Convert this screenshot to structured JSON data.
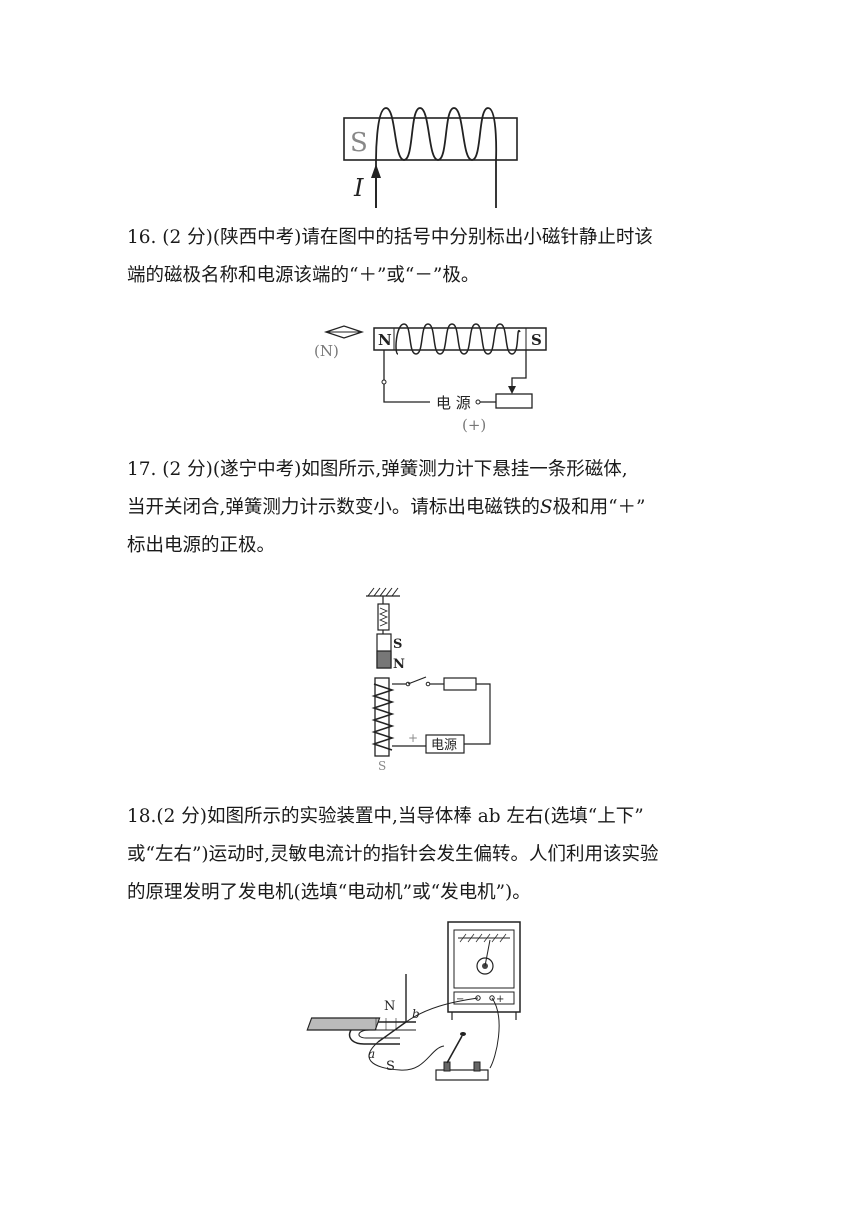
{
  "fig15": {
    "pole": "S",
    "current": "I"
  },
  "q16": {
    "lines": [
      "16. (2 分)(陕西中考)请在图中的括号中分别标出小磁针静止时该",
      "端的磁极名称和电源该端的“＋”或“－”极。"
    ],
    "fig": {
      "answer_needle": "(N)",
      "left_pole": "N",
      "right_pole": "S",
      "power": "电  源",
      "answer_power": "(+)"
    }
  },
  "q17": {
    "lines": [
      "17. (2 分)(遂宁中考)如图所示,弹簧测力计下悬挂一条形磁体,",
      "当开关闭合,弹簧测力计示数变小。请标出电磁铁的",
      "标出电源的正极。"
    ],
    "line2_italic": "S",
    "line2_tail": "极和用“＋”",
    "fig": {
      "magnet_top": "S",
      "magnet_bottom": "N",
      "power": "电源",
      "answer_plus": "+",
      "answer_s": "S"
    }
  },
  "q18": {
    "lines": [
      "18.(2 分)如图所示的实验装置中,当导体棒 ab 左右(选填“上下”",
      "或“左右”)运动时,灵敏电流计的指针会发生偏转。人们利用该实验",
      "的原理发明了发电机(选填“电动机”或“发电机”)。"
    ],
    "fig": {
      "pole_n": "N",
      "pole_s": "S",
      "label_a": "a",
      "label_b": "b",
      "minus": "−",
      "plus": "+"
    }
  }
}
